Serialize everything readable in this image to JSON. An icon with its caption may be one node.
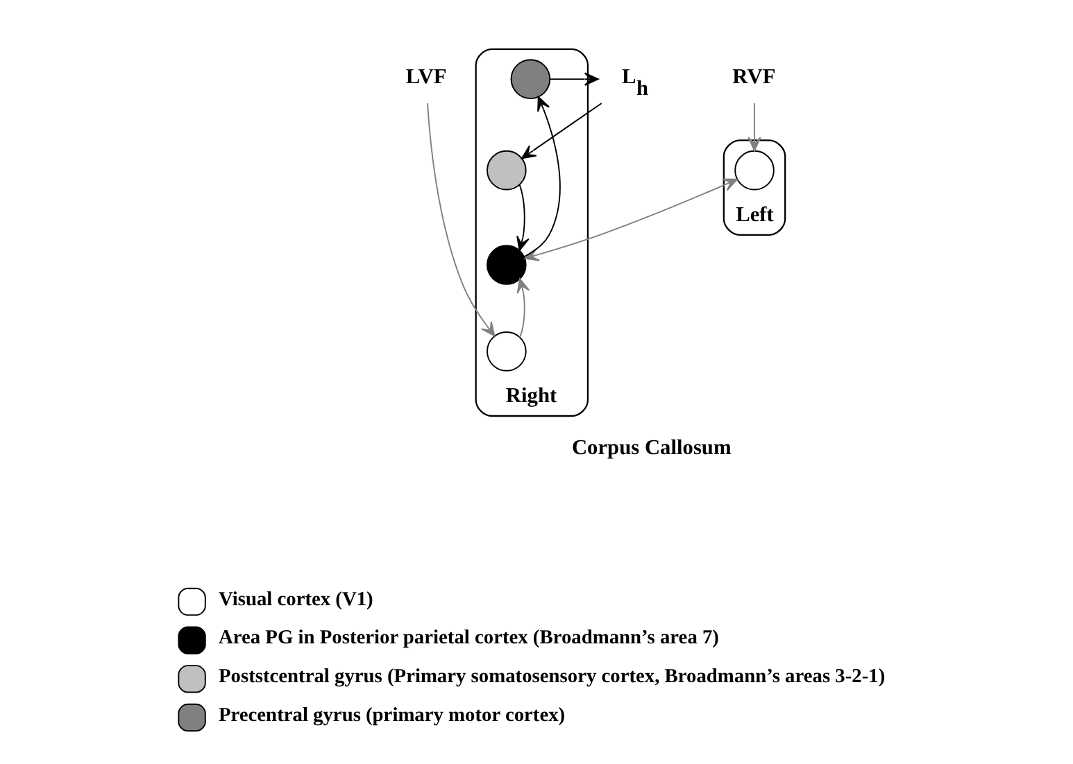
{
  "diagram": {
    "nodes": [
      {
        "text": [
          "LVF"
        ]
      },
      {
        "text": [
          "L$_{h}$"
        ]
      },
      {
        "text": [
          "RVF"
        ]
      },
      {
        "text": [
          "Left"
        ]
      },
      {
        "text": [
          "Right"
        ]
      },
      {
        "text": [],
        "shape": "circle",
        "in": 4
      },
      {
        "text": [],
        "shape": "circle",
        "in": 4
      },
      {
        "text": [],
        "shape": "circle",
        "in": 4
      },
      {
        "text": [],
        "shape": "circle",
        "in": 3
      },
      {
        "text": [],
        "shape": "circle",
        "in": 4
      }
    ],
    "edges": [
      {
        "from": 0,
        "to": 9,
        "arrow": "to"
      },
      {
        "from": 2,
        "to": 8,
        "arrow": "to"
      },
      {
        "from": 8,
        "to": 7,
        "arrow": "both"
      },
      {
        "from": 9,
        "to": 7,
        "arrow": "to"
      },
      {
        "from": 7,
        "to": 5,
        "arrow": "to",
        "color": "#000000"
      },
      {
        "from": 5,
        "to": 1,
        "arrow": "to",
        "color": "#000000"
      },
      {
        "from": 1,
        "to": 6,
        "arrow": "to",
        "color": "#000000"
      },
      {
        "from": 6,
        "to": 7,
        "arrow": "to",
        "color": "#000000"
      }
    ],
    "labels": [
      "Corpus Callosum"
    ],
    "legend": [
      {
        "text": "Visual cortex (V1)",
        "color": "#ffffff"
      },
      {
        "text": "Area PG in Posterior parietal cortex (Broadmann’s area 7)",
        "color": "#000000"
      },
      {
        "text": "Poststcentral gyrus (Primary somatosensory cortex, Broadmann’s areas 3-2-1)",
        "color": "#c0c0c0"
      },
      {
        "text": "Precentral gyrus (primary motor cortex)",
        "color": "#808080"
      }
    ]
  }
}
